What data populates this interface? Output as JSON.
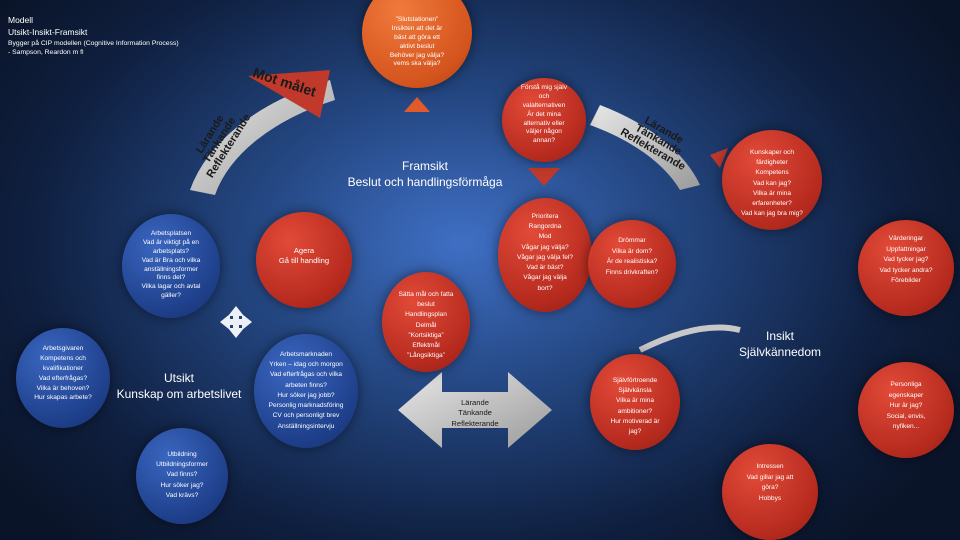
{
  "header": {
    "line1": "Modell",
    "line2": "Utsikt-Insikt-Framsikt",
    "line3": "Bygger på CIP modellen (Cognitive Information Process)",
    "line4": "- Sampson, Reardon m fl"
  },
  "curved": {
    "mot_malet": "Mot målet",
    "lar_left": [
      "Lärande",
      "Tänkande",
      "Reflekterande"
    ],
    "lar_right": [
      "Lärande",
      "Tänkande",
      "Reflekterande"
    ]
  },
  "framsikt": {
    "title": "Framsikt",
    "subtitle": "Beslut och handlingsförmåga"
  },
  "slutstationen": {
    "lines": [
      "”Slutstationen”",
      "Insikten att det är",
      "bäst att göra ett",
      "aktivt beslut",
      "Behöver jag välja?",
      "vems ska välja?"
    ]
  },
  "forsta": {
    "lines": [
      "Förstå mig själv",
      "och",
      "valalternativen",
      "Är det mina",
      "alternativ eller",
      "väljer någon",
      "annan?"
    ]
  },
  "prioritera": {
    "lines": [
      "Prioritera",
      "Rangordna",
      "Mod",
      "Vågar jag välja?",
      "Vågar jag välja fel?",
      "Vad är bäst?",
      "Vågar jag välja",
      "bort?"
    ]
  },
  "satta_mal": {
    "lines": [
      "Sätta mål och fatta",
      "beslut",
      "Handlingsplan",
      "Delmål",
      "”Kortsiktiga”",
      "Effektmål",
      "”Långsiktiga”"
    ]
  },
  "agera": {
    "lines": [
      "Agera",
      "Gå till handling"
    ]
  },
  "arbetsplatsen": {
    "lines": [
      "Arbetsplatsen",
      "Vad är viktigt på en",
      "arbetsplats?",
      "Vad är Bra och vilka",
      "anställningsformer",
      "finns det?",
      "Vilka lagar och avtal",
      "gäller?"
    ]
  },
  "arbetsgivaren": {
    "lines": [
      "Arbetsgivaren",
      "Kompetens och",
      "kvalifikationer",
      "Vad efterfrågas?",
      "Vilka är behoven?",
      "Hur skapas arbete?"
    ]
  },
  "utsikt": {
    "title": "Utsikt",
    "subtitle": "Kunskap om arbetslivet"
  },
  "arbetsmarknaden": {
    "lines": [
      "Arbetsmarknaden",
      "Yrken – idag och morgon",
      "Vad efterfrågas och vilka",
      "arbeten finns?",
      "Hur söker jag jobb?",
      "Personlig marknadsföring",
      "CV och personligt brev",
      "Anställningsintervju"
    ]
  },
  "utbildning": {
    "lines": [
      "Utbildning",
      "Utbildningsformer",
      "Vad finns?",
      "Hur söker jag?",
      "Vad krävs?"
    ]
  },
  "center_arrow": {
    "lines": [
      "Lärande",
      "Tänkande",
      "Reflekterande"
    ]
  },
  "kunskaper": {
    "lines": [
      "Kunskaper och",
      "färdigheter",
      "Kompetens",
      "Vad kan jag?",
      "Vilka är mina",
      "erfarenheter?",
      "Vad kan jag bra mig?"
    ]
  },
  "drommar": {
    "lines": [
      "Drömmar",
      "Vilka är dom?",
      "Är de realistiska?",
      "Finns drivkraften?"
    ]
  },
  "varderingar": {
    "lines": [
      "Värderingar",
      "Uppfattningar",
      "Vad tycker jag?",
      "Vad tycker andra?",
      "Förebilder"
    ]
  },
  "insikt": {
    "title": "Insikt",
    "subtitle": "Självkännedom"
  },
  "sjalvfortroende": {
    "lines": [
      "Självförtroende",
      "Självkänsla",
      "Vilka är mina",
      "ambitioner?",
      "Hur motiverad är",
      "jag?"
    ]
  },
  "personliga": {
    "lines": [
      "Personliga",
      "egenskaper",
      "Hur är jag?",
      "Social, envis,",
      "nyfiken..."
    ]
  },
  "intressen": {
    "lines": [
      "Intressen",
      "Vad gillar jag att",
      "göra?",
      "Hobbys"
    ]
  },
  "colors": {
    "blue": "#1e3f8a",
    "red": "#b52a1e",
    "orange": "#d4541d",
    "background": "#23457f",
    "grey": "#c8c8c8"
  }
}
